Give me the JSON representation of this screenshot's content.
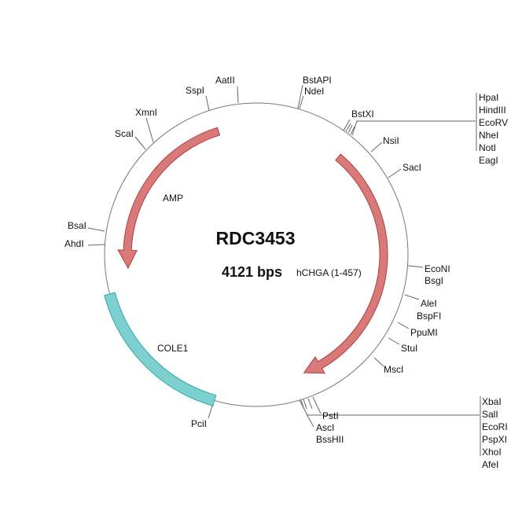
{
  "plasmid": {
    "name": "RDC3453",
    "size": "4121 bps"
  },
  "features": {
    "amp": "AMP",
    "hchga": "hCHGA (1-457)",
    "cole1": "COLE1"
  },
  "colors": {
    "arrow_fill": "#d97a7a",
    "arrow_stroke": "#b83a3a",
    "ori_fill": "#7ecfcf",
    "ori_stroke": "#2fa8a8"
  },
  "sites": {
    "aatii": "AatII",
    "sspi": "SspI",
    "bstapi": "BstAPI",
    "ndei": "NdeI",
    "xmni": "XmnI",
    "scai": "ScaI",
    "bstxi": "BstXI",
    "nsii": "NsiI",
    "saci": "SacI",
    "bsai": "BsaI",
    "ahdi": "AhdI",
    "econi": "EcoNI",
    "bsgi": "BsgI",
    "alei": "AleI",
    "bspfi": "BspFI",
    "ppumi": "PpuMI",
    "stui": "StuI",
    "msci": "MscI",
    "psti": "PstI",
    "asci": "AscI",
    "bsshii": "BssHII",
    "pcii": "PciI"
  },
  "mcs1": [
    "HpaI",
    "HindIII",
    "EcoRV",
    "NheI",
    "NotI",
    "EagI"
  ],
  "mcs2": [
    "XbaI",
    "SalI",
    "EcoRI",
    "PspXI",
    "XhoI",
    "AfeI"
  ]
}
